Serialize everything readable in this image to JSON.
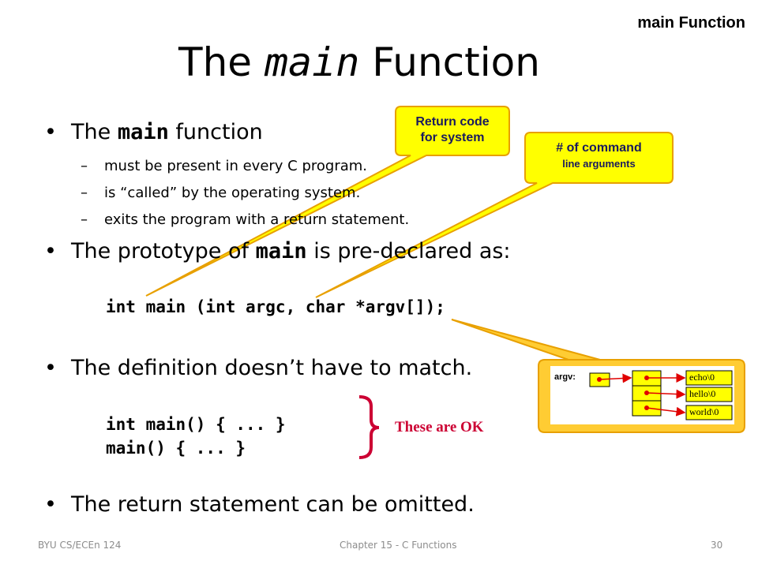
{
  "slide": {
    "topic": "main Function",
    "title_pre": "The ",
    "title_code": "main",
    "title_post": " Function"
  },
  "bullets": {
    "b1_pre": "The ",
    "b1_code": "main",
    "b1_post": " function",
    "sub1": "must be present in every C program.",
    "sub2": "is “called” by the operating system.",
    "sub3": "exits the program with a return statement.",
    "b2_pre": "The prototype of ",
    "b2_code": "main",
    "b2_post": " is pre-declared as:",
    "code1": "int main (int argc, char *argv[]);",
    "b3": "The definition doesn’t have to match.",
    "code2": "int main() { ... }",
    "code3": "main() { ... }",
    "ok_label": "These are OK",
    "b4": "The return statement can be omitted."
  },
  "callouts": {
    "return_code_line1": "Return code",
    "return_code_line2": "for system",
    "args_line1": "# of command",
    "args_line2": "line arguments"
  },
  "diagram": {
    "argv_label": "argv:",
    "strings": [
      "echo\\0",
      "hello\\0",
      "world\\0"
    ]
  },
  "footer": {
    "left": "BYU CS/ECEn 124",
    "center": "Chapter 15 - C Functions",
    "page": "30"
  },
  "colors": {
    "callout_fill": "#ffff00",
    "callout_border": "#e8a000",
    "ok_red": "#cc0033",
    "arrow_red": "#e00000"
  }
}
